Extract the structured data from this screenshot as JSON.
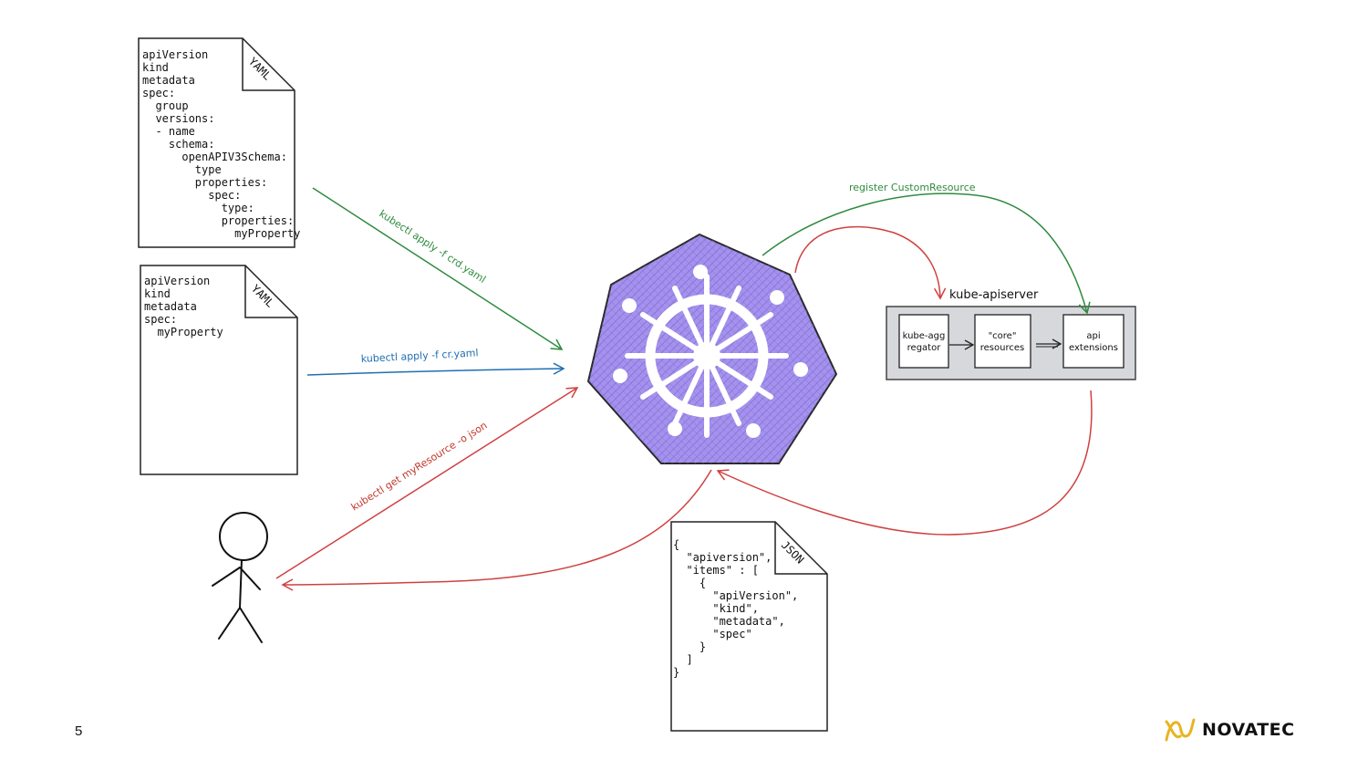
{
  "crd_doc": {
    "tag": "YAML",
    "lines": [
      "apiVersion",
      "kind",
      "metadata",
      "spec:",
      "  group",
      "  versions:",
      "  - name",
      "    schema:",
      "      openAPIV3Schema:",
      "        type",
      "        properties:",
      "          spec:",
      "            type:",
      "            properties:",
      "              myProperty"
    ]
  },
  "cr_doc": {
    "tag": "YAML",
    "lines": [
      "apiVersion",
      "kind",
      "metadata",
      "spec:",
      "  myProperty"
    ]
  },
  "json_doc": {
    "tag": "JSON",
    "lines": [
      "{",
      "  \"apiversion\",",
      "  \"items\" : [",
      "    {",
      "      \"apiVersion\",",
      "      \"kind\",",
      "      \"metadata\",",
      "      \"spec\"",
      "    }",
      "  ]",
      "}"
    ]
  },
  "arrows": {
    "apply_crd": "kubectl apply -f crd.yaml",
    "apply_cr": "kubectl apply -f cr.yaml",
    "get_resource": "kubectl get myResource -o json",
    "register": "register CustomResource"
  },
  "apiserver": {
    "title": "kube-apiserver",
    "boxes": [
      {
        "line1": "kube-agg",
        "line2": "regator"
      },
      {
        "line1": "\"core\"",
        "line2": "resources"
      },
      {
        "line1": "api",
        "line2": "extensions"
      }
    ]
  },
  "colors": {
    "green": "#2e8b3e",
    "blue": "#1f6fb2",
    "red": "#d04040",
    "k8s_fill": "#9b87e6",
    "k8s_stroke": "#2a2a2a",
    "server_fill": "#d6d8dc",
    "brand_gold": "#e8b423"
  },
  "icons": [
    "kubernetes-helm-icon",
    "stick-figure-user-icon",
    "novatec-logo-icon"
  ],
  "page_number": "5",
  "brand": {
    "name": "NOVATEC"
  }
}
